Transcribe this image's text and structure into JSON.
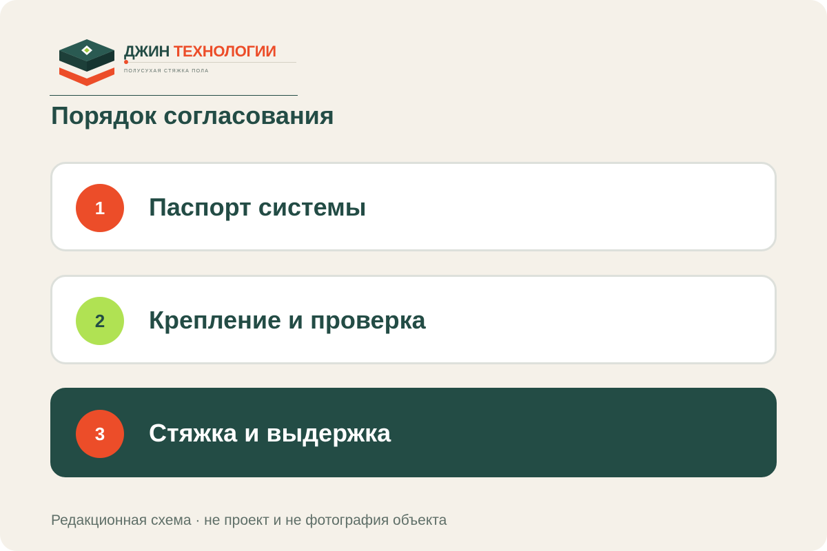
{
  "brand": {
    "name_part1": "ДЖИН",
    "name_part2": "ТЕХНОЛОГИИ",
    "tagline": "ПОЛУСУХАЯ СТЯЖКА ПОЛА"
  },
  "title": "Порядок согласования",
  "steps": [
    {
      "number": "1",
      "label": "Паспорт системы",
      "badge_color": "#ec4d29",
      "active": false
    },
    {
      "number": "2",
      "label": "Крепление и проверка",
      "badge_color": "#b0e253",
      "active": false
    },
    {
      "number": "3",
      "label": "Стяжка и выдержка",
      "badge_color": "#ec4d29",
      "active": true
    }
  ],
  "footnote": "Редакционная схема · не проект и не фотография объекта",
  "colors": {
    "background": "#f5f1e9",
    "dark_green": "#234c45",
    "orange": "#ec4d29",
    "lime": "#b0e253"
  },
  "icons": {
    "logo": "layered-floor-block-icon"
  }
}
